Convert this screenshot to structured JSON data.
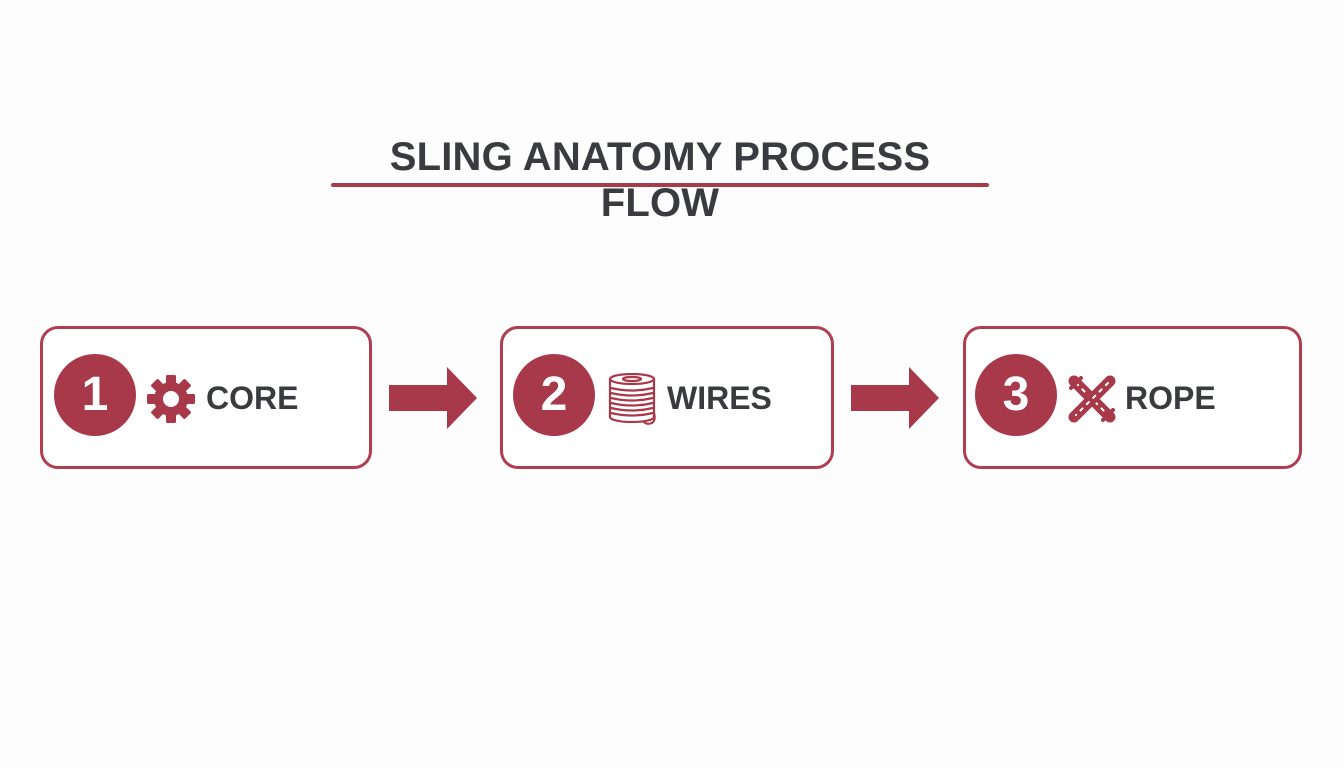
{
  "title": "SLING ANATOMY PROCESS FLOW",
  "colors": {
    "accent": "#a8394a",
    "text": "#3a3b3e",
    "background": "#fdfdfd"
  },
  "steps": [
    {
      "number": "1",
      "label": "CORE",
      "icon": "gear-icon"
    },
    {
      "number": "2",
      "label": "WIRES",
      "icon": "wire-spool-icon"
    },
    {
      "number": "3",
      "label": "ROPE",
      "icon": "twisted-rope-icon"
    }
  ],
  "connectors": [
    "arrow-right-icon",
    "arrow-right-icon"
  ]
}
